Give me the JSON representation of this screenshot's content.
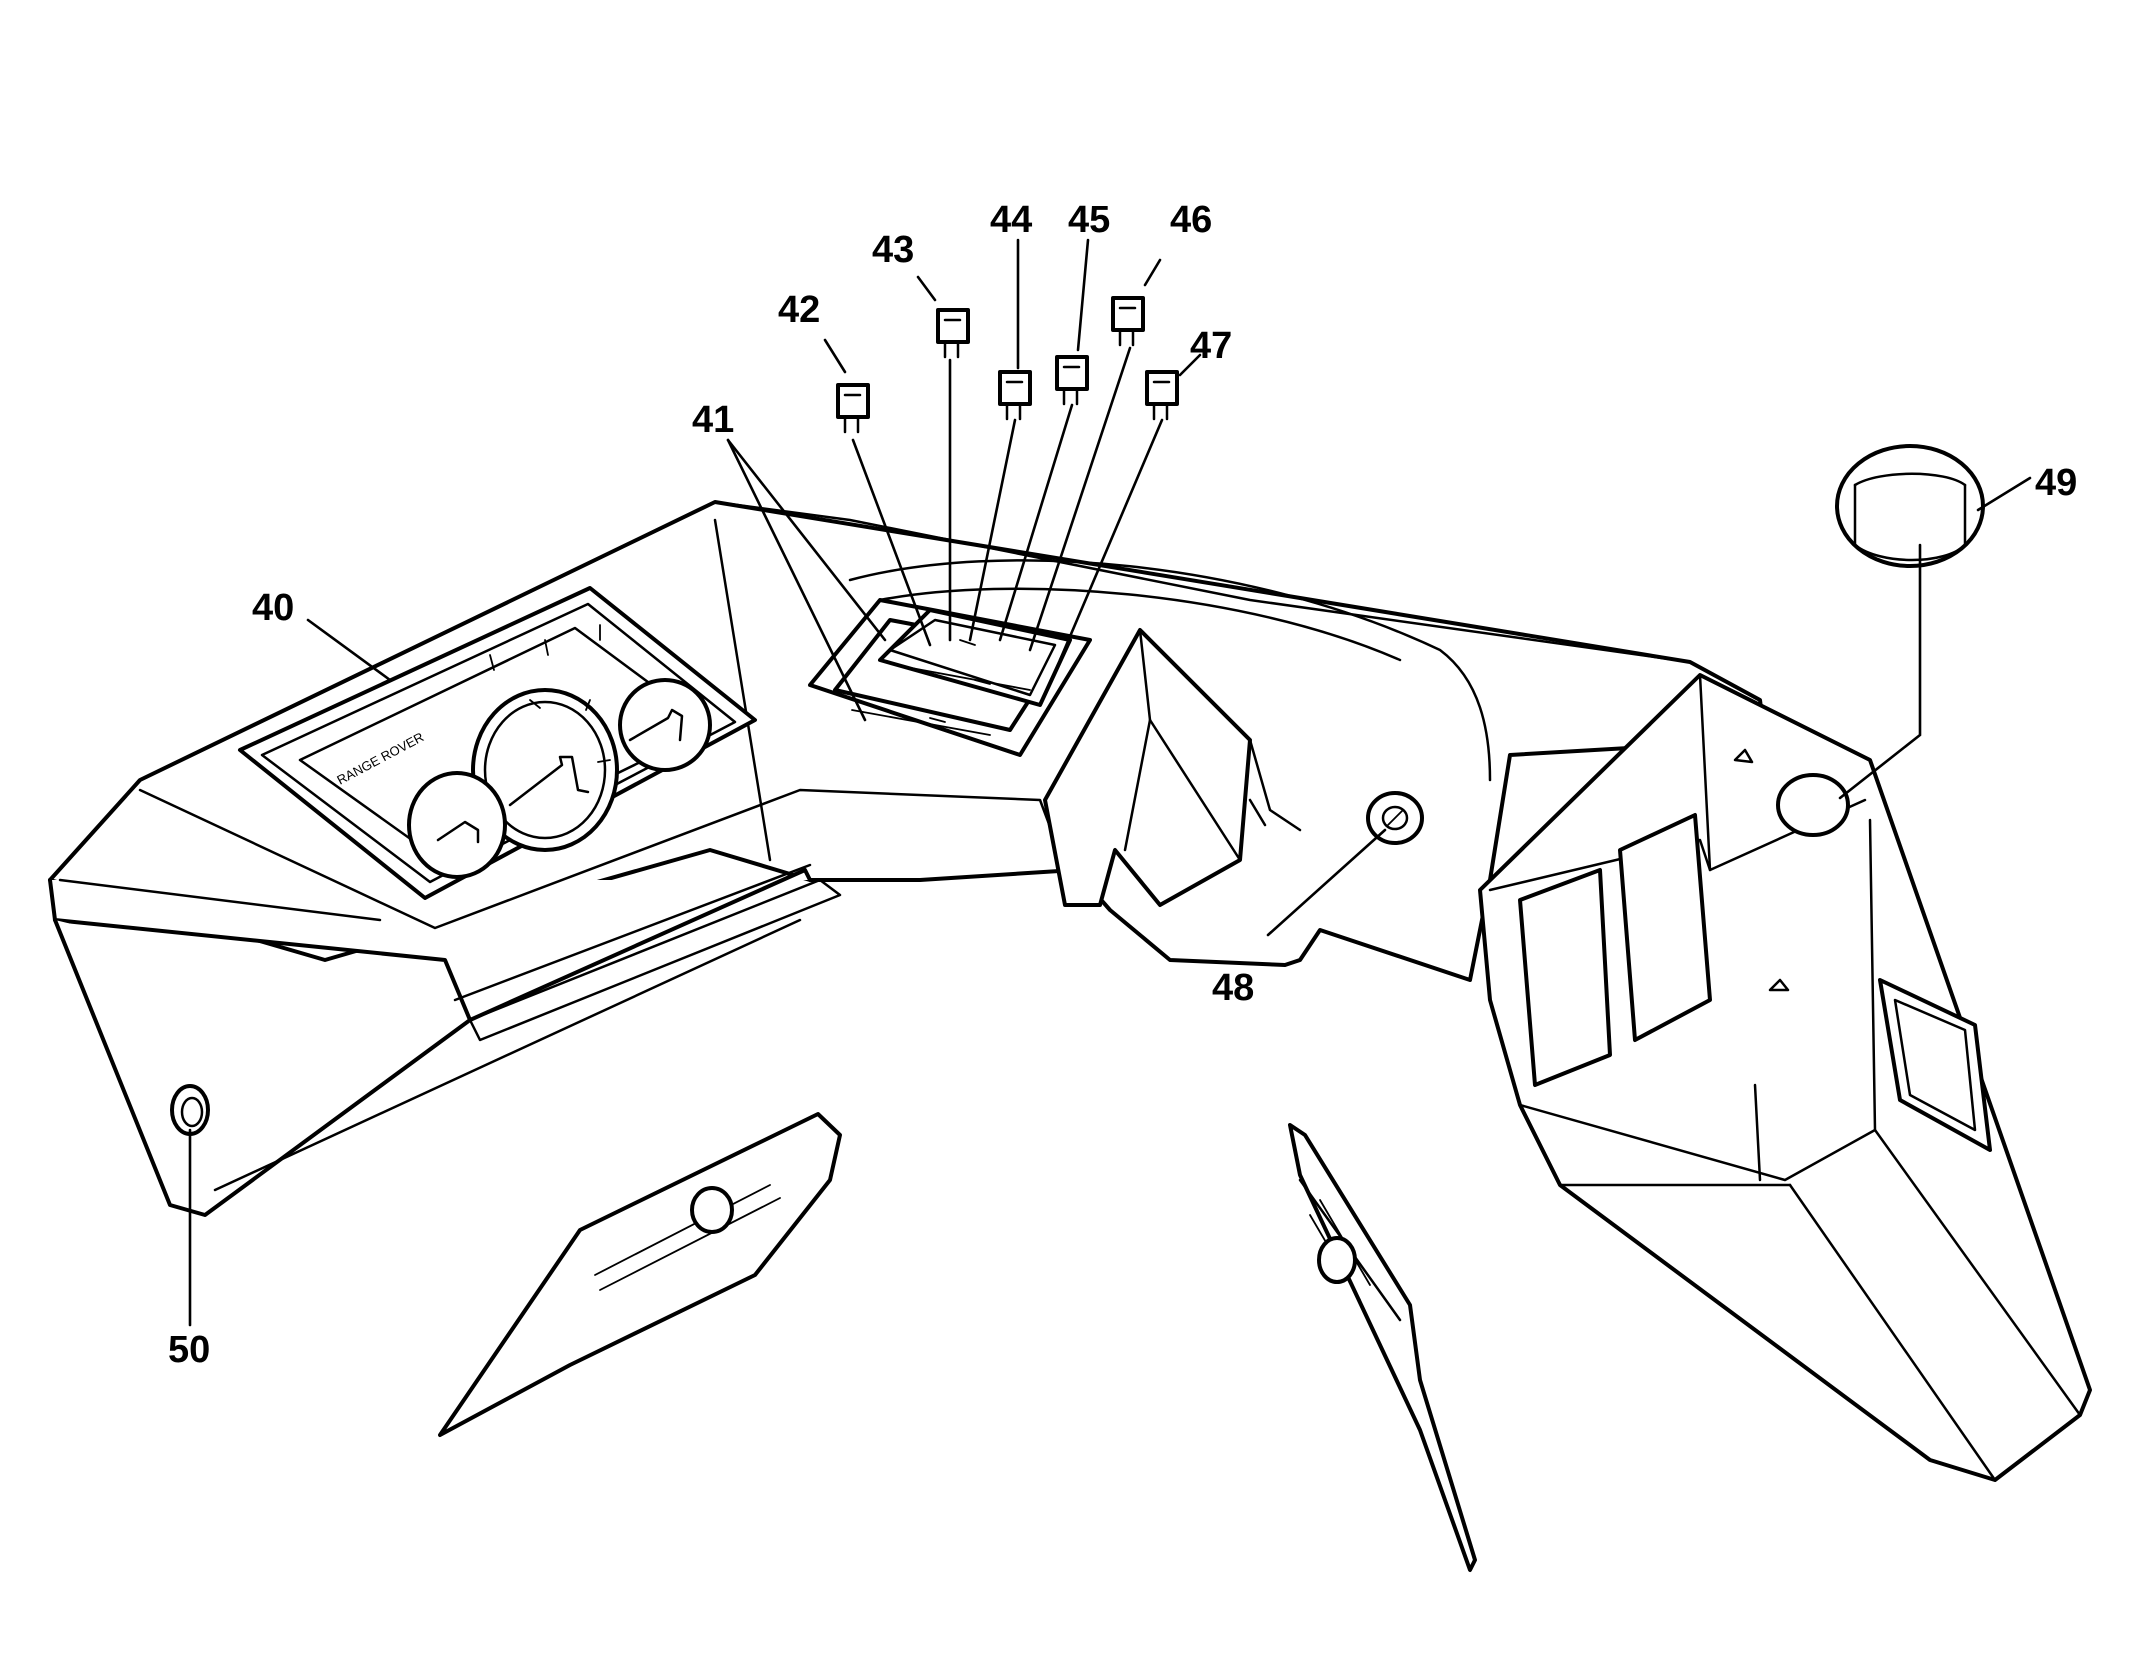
{
  "diagram": {
    "panel_brand_text": "RANGE ROVER",
    "callouts": [
      {
        "id": "c40",
        "label": "40"
      },
      {
        "id": "c41",
        "label": "41"
      },
      {
        "id": "c42",
        "label": "42"
      },
      {
        "id": "c43",
        "label": "43"
      },
      {
        "id": "c44",
        "label": "44"
      },
      {
        "id": "c45",
        "label": "45"
      },
      {
        "id": "c46",
        "label": "46"
      },
      {
        "id": "c47",
        "label": "47"
      },
      {
        "id": "c48",
        "label": "48"
      },
      {
        "id": "c49",
        "label": "49"
      },
      {
        "id": "c50",
        "label": "50"
      }
    ]
  }
}
